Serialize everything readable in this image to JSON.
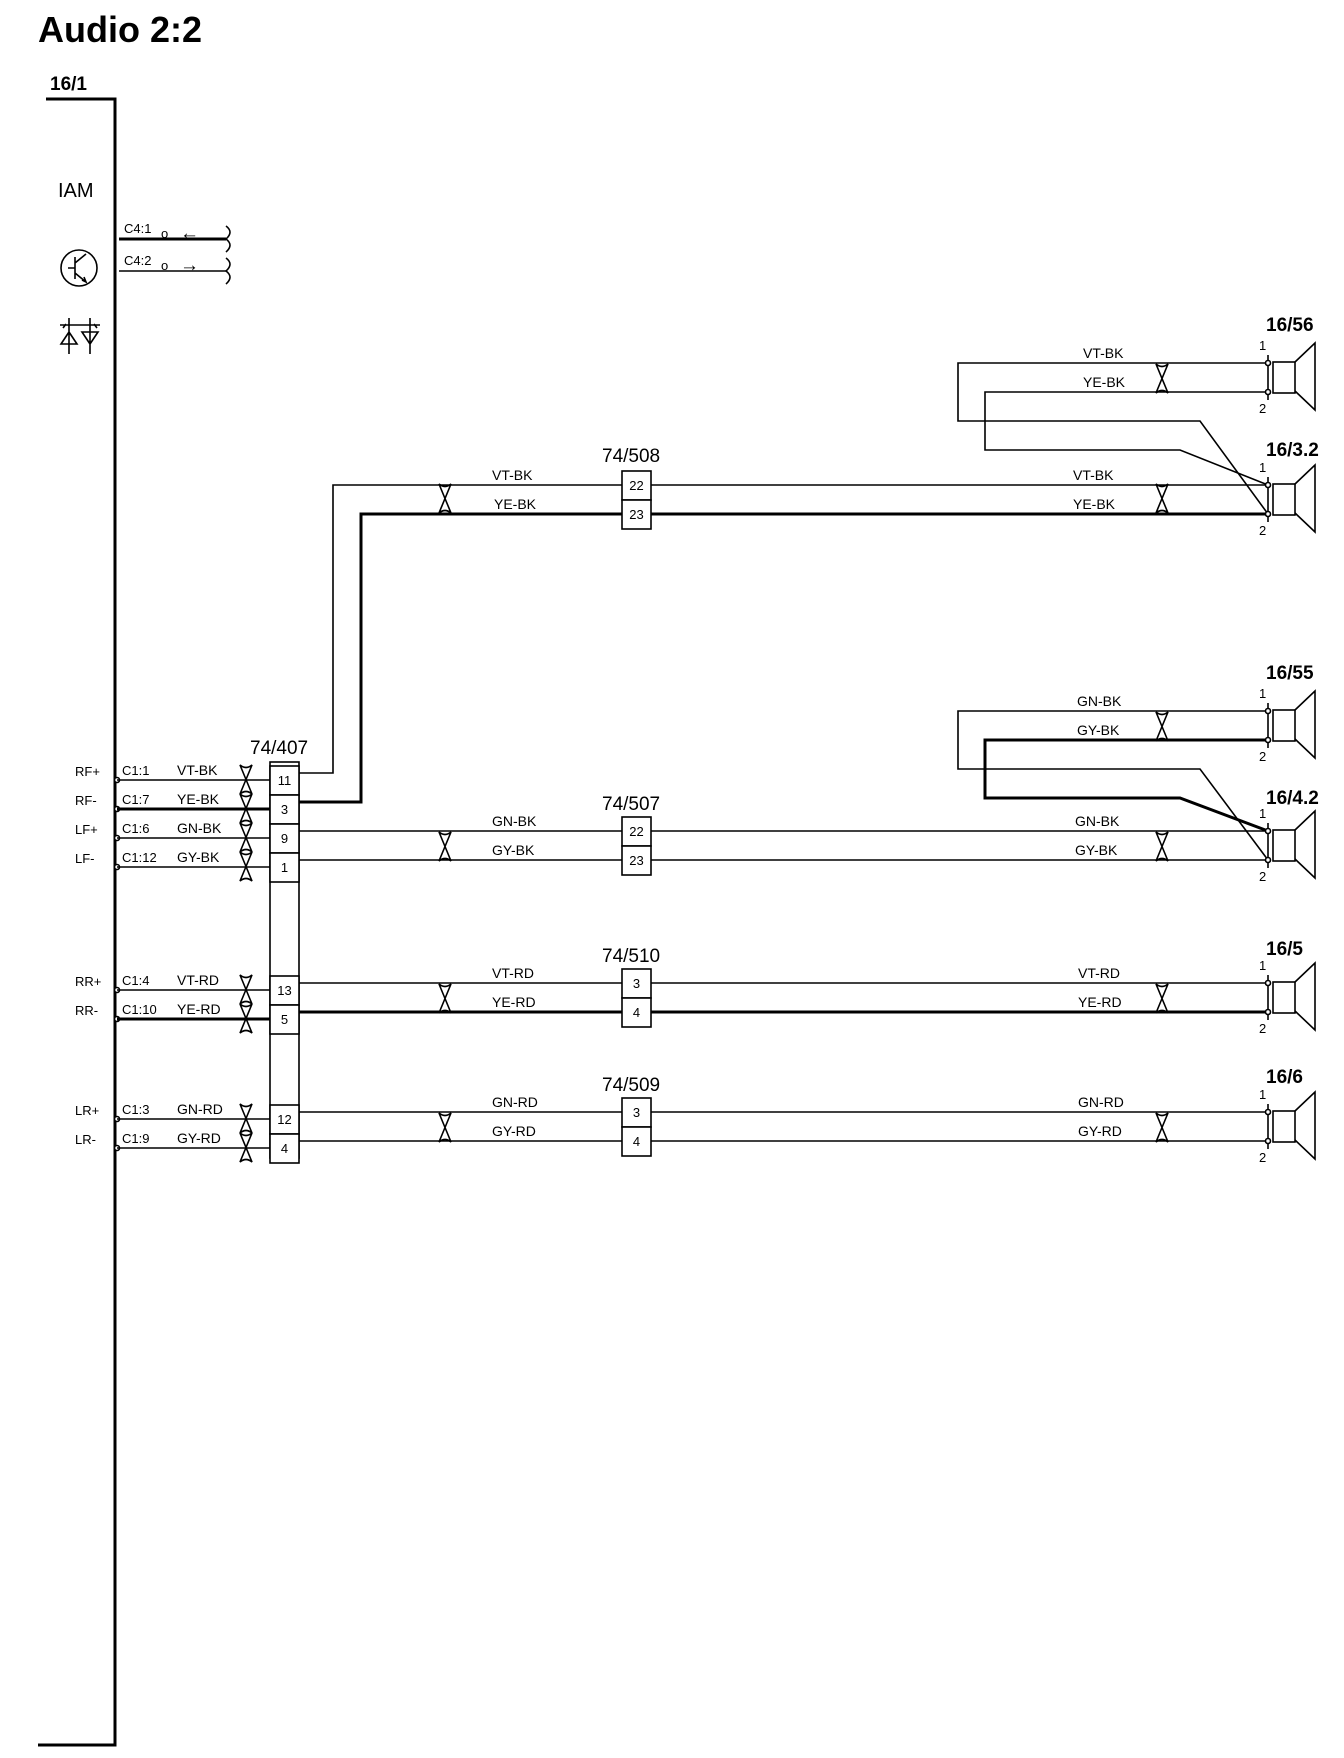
{
  "title": "Audio 2:2",
  "module": {
    "ref": "16/1",
    "name": "IAM",
    "c4_pins": [
      {
        "pin": "C4:1",
        "arrow": "←"
      },
      {
        "pin": "C4:2",
        "arrow": "→"
      }
    ],
    "open_marker": "o"
  },
  "channels": [
    {
      "signal": "RF+",
      "pin": "C1:1",
      "wire": "VT-BK",
      "hub_pin": "11"
    },
    {
      "signal": "RF-",
      "pin": "C1:7",
      "wire": "YE-BK",
      "hub_pin": "3"
    },
    {
      "signal": "LF+",
      "pin": "C1:6",
      "wire": "GN-BK",
      "hub_pin": "9"
    },
    {
      "signal": "LF-",
      "pin": "C1:12",
      "wire": "GY-BK",
      "hub_pin": "1"
    },
    {
      "signal": "RR+",
      "pin": "C1:4",
      "wire": "VT-RD",
      "hub_pin": "13"
    },
    {
      "signal": "RR-",
      "pin": "C1:10",
      "wire": "YE-RD",
      "hub_pin": "5"
    },
    {
      "signal": "LR+",
      "pin": "C1:3",
      "wire": "GN-RD",
      "hub_pin": "12"
    },
    {
      "signal": "LR-",
      "pin": "C1:9",
      "wire": "GY-RD",
      "hub_pin": "4"
    }
  ],
  "hub_connector": "74/407",
  "inline_connectors": [
    {
      "ref": "74/508",
      "pins": [
        "22",
        "23"
      ],
      "wires": [
        "VT-BK",
        "YE-BK"
      ]
    },
    {
      "ref": "74/507",
      "pins": [
        "22",
        "23"
      ],
      "wires": [
        "GN-BK",
        "GY-BK"
      ]
    },
    {
      "ref": "74/510",
      "pins": [
        "3",
        "4"
      ],
      "wires": [
        "VT-RD",
        "YE-RD"
      ]
    },
    {
      "ref": "74/509",
      "pins": [
        "3",
        "4"
      ],
      "wires": [
        "GN-RD",
        "GY-RD"
      ]
    }
  ],
  "speakers": [
    {
      "ref": "16/56",
      "wires": [
        "VT-BK",
        "YE-BK"
      ],
      "pins": [
        "1",
        "2"
      ]
    },
    {
      "ref": "16/3.2",
      "wires": [
        "VT-BK",
        "YE-BK"
      ],
      "pins": [
        "1",
        "2"
      ]
    },
    {
      "ref": "16/55",
      "wires": [
        "GN-BK",
        "GY-BK"
      ],
      "pins": [
        "1",
        "2"
      ]
    },
    {
      "ref": "16/4.2",
      "wires": [
        "GN-BK",
        "GY-BK"
      ],
      "pins": [
        "1",
        "2"
      ]
    },
    {
      "ref": "16/5",
      "wires": [
        "VT-RD",
        "YE-RD"
      ],
      "pins": [
        "1",
        "2"
      ]
    },
    {
      "ref": "16/6",
      "wires": [
        "GN-RD",
        "GY-RD"
      ],
      "pins": [
        "1",
        "2"
      ]
    }
  ],
  "icons": [
    "transistor-icon",
    "diode-pair-icon",
    "twisted-pair-icon",
    "speaker-icon"
  ]
}
